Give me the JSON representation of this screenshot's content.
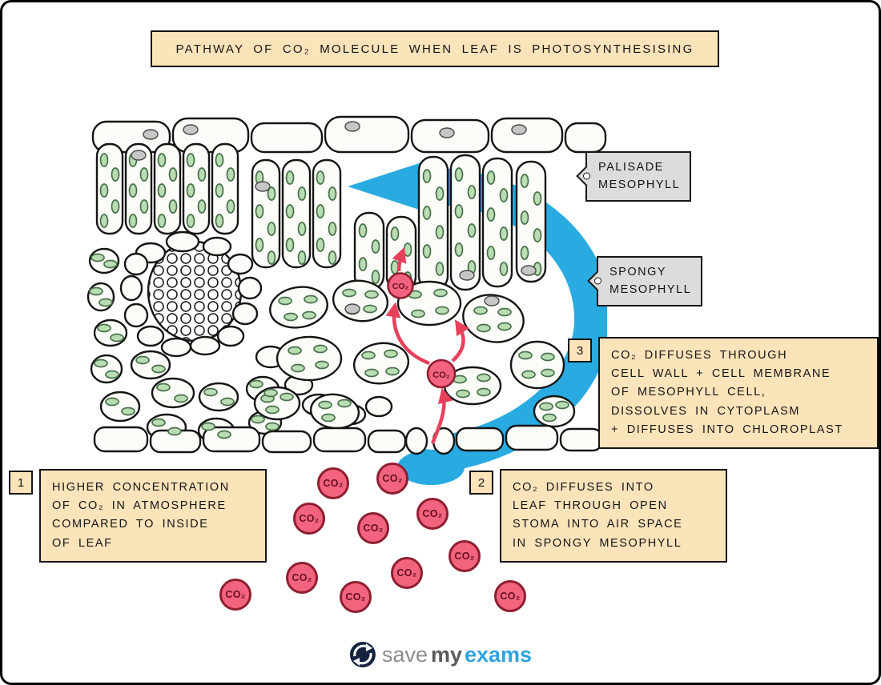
{
  "title": "PATHWAY OF CO₂ MOLECULE WHEN LEAF IS PHOTOSYNTHESISING",
  "tags": {
    "palisade": "PALISADE\nMESOPHYLL",
    "spongy": "SPONGY\nMESOPHYLL"
  },
  "steps": [
    {
      "number": "1",
      "text": "HIGHER CONCENTRATION\nOF CO₂ IN ATMOSPHERE\nCOMPARED TO INSIDE\nOF LEAF"
    },
    {
      "number": "2",
      "text": "CO₂ DIFFUSES INTO\nLEAF THROUGH OPEN\nSTOMA INTO AIR SPACE\nIN SPONGY MESOPHYLL"
    },
    {
      "number": "3",
      "text": "CO₂ DIFFUSES THROUGH\nCELL WALL + CELL MEMBRANE\nOF MESOPHYLL CELL,\nDISSOLVES IN CYTOPLASM\n+ DIFFUSES INTO CHLOROPLAST"
    }
  ],
  "molecule_label": "CO₂",
  "logo": {
    "word1": "save",
    "word2": "my",
    "word3": "exams"
  },
  "icons": {
    "pathway_arrow": "blue-curved-arrow",
    "tag_shape": "label-tag",
    "logo_mark": "circular-swoosh"
  },
  "colors": {
    "panel_bg": "#fbe3ba",
    "pathway_blue": "#29abe2",
    "molecule_pink": "#f2647e",
    "molecule_border": "#8e1f30",
    "red_arrow": "#e8415c",
    "chloroplast_green": "#b9dcb2",
    "tag_gray": "#dcdcdc",
    "logo_blue": "#2ea3dc"
  }
}
